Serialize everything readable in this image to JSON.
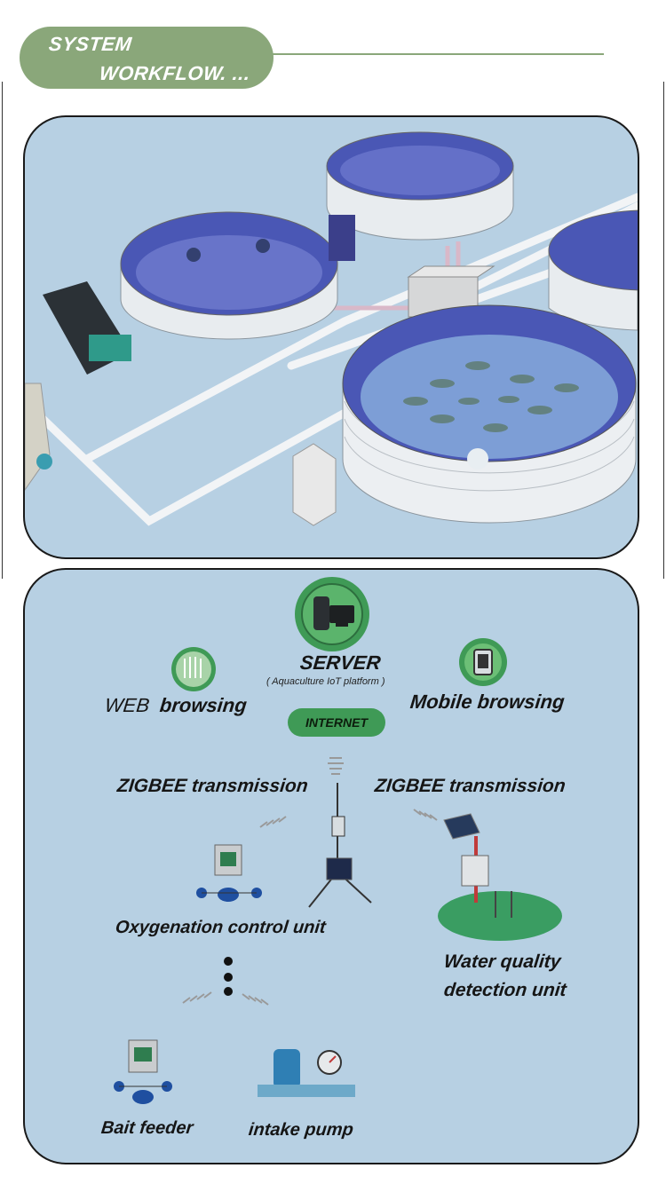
{
  "header": {
    "title_line1": "SYSTEM",
    "title_line2": "WORKFLOW. ..."
  },
  "scene": {
    "illustration": "aquaculture-tank-farm-3d"
  },
  "diagram": {
    "server": {
      "title": "SERVER",
      "subtitle": "( Aquaculture IoT platform )",
      "icon": "server-computer-icon"
    },
    "web": {
      "prefix": "WEB",
      "label": "browsing",
      "icon": "web-browser-icon"
    },
    "mobile": {
      "label": "Mobile browsing",
      "icon": "mobile-phone-icon"
    },
    "internet": {
      "label": "INTERNET"
    },
    "zigbee_left": {
      "label": "ZIGBEE  transmission"
    },
    "zigbee_right": {
      "label": "ZIGBEE  transmission"
    },
    "oxygenation": {
      "label": "Oxygenation control unit"
    },
    "water_quality": {
      "line1": "Water quality",
      "line2": "detection unit"
    },
    "bait_feeder": {
      "label": "Bait feeder"
    },
    "intake_pump": {
      "label": "intake pump"
    },
    "gateway": {
      "icon": "solar-gateway-tower-icon"
    }
  },
  "colors": {
    "header_green": "#8aa77a",
    "panel_blue": "#b7d0e3",
    "internet_green": "#3f9a56",
    "tank_water": "#4a57b5"
  }
}
